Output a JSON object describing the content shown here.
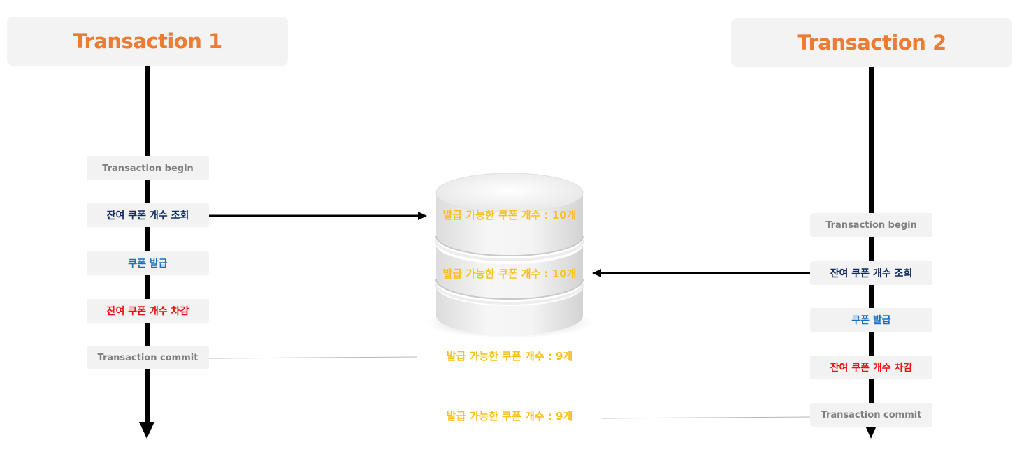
{
  "transaction1": {
    "title": "Transaction 1",
    "steps": {
      "begin": "Transaction begin",
      "query": "잔여 쿠폰 개수 조회",
      "issue": "쿠폰 발급",
      "decrement": "잔여 쿠폰 개수 차감",
      "commit": "Transaction commit"
    }
  },
  "transaction2": {
    "title": "Transaction 2",
    "steps": {
      "begin": "Transaction begin",
      "query": "잔여 쿠폰 개수 조회",
      "issue": "쿠폰 발급",
      "decrement": "잔여 쿠폰 개수 차감",
      "commit": "Transaction commit"
    }
  },
  "database": {
    "labels": [
      "발급 가능한 쿠폰 개수 : 10개",
      "발급 가능한 쿠폰 개수 : 10개",
      "발급 가능한 쿠폰 개수 : 9개",
      "발급 가능한 쿠폰 개수 : 9개"
    ]
  },
  "colors": {
    "title": "#ee7b32",
    "db_label": "#f8c11a",
    "query": "#0f2a5e",
    "issue": "#1c6fc0",
    "decrement": "#ee1111",
    "muted": "#7f7f7f"
  }
}
